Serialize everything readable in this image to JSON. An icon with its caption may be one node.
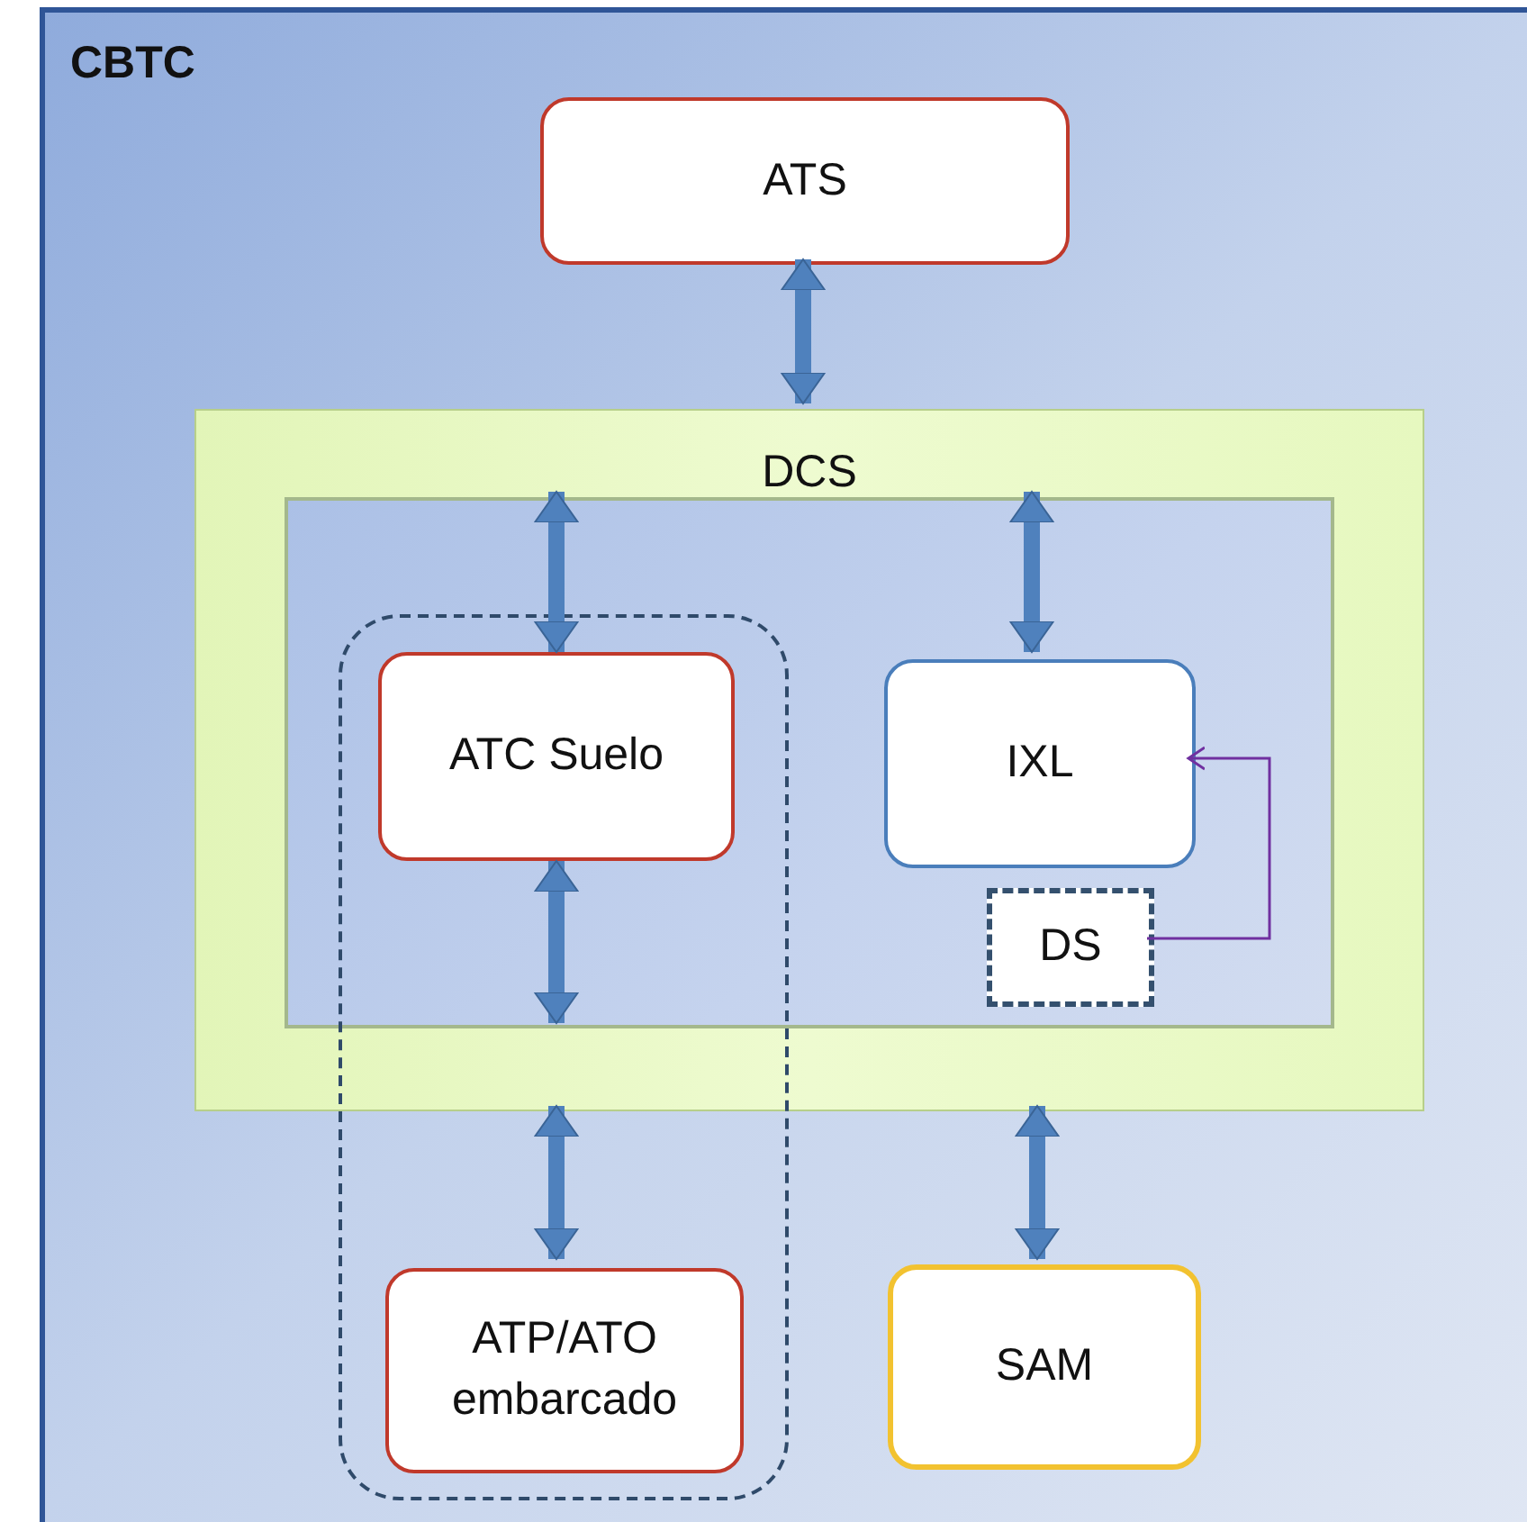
{
  "diagram": {
    "nodes": [
      {
        "text": [
          "CBTC"
        ]
      },
      {
        "text": [
          "ATS"
        ],
        "in": 0
      },
      {
        "text": [
          "DCS"
        ],
        "in": 0
      },
      {
        "text": [],
        "shape": "box",
        "in": 0
      },
      {
        "text": [
          "ATC Suelo"
        ]
      },
      {
        "text": [
          "IXL"
        ],
        "in": 2
      },
      {
        "text": [
          "DS"
        ],
        "in": 2
      },
      {
        "text": [
          "ATP/ATO embarcado"
        ],
        "in": 3
      },
      {
        "text": [
          "SAM"
        ],
        "in": 0
      }
    ],
    "edges": [
      {
        "from": 1,
        "to": 2,
        "arrow": "both"
      },
      {
        "from": 2,
        "to": 4,
        "arrow": "both"
      },
      {
        "from": 2,
        "to": 5,
        "arrow": "both"
      },
      {
        "from": 4,
        "to": 2,
        "arrow": "both"
      },
      {
        "from": 2,
        "to": 7,
        "arrow": "both"
      },
      {
        "from": 2,
        "to": 8,
        "arrow": "both"
      },
      {
        "from": 6,
        "to": 5,
        "arrow": "to",
        "color": "#7030a0"
      }
    ]
  }
}
